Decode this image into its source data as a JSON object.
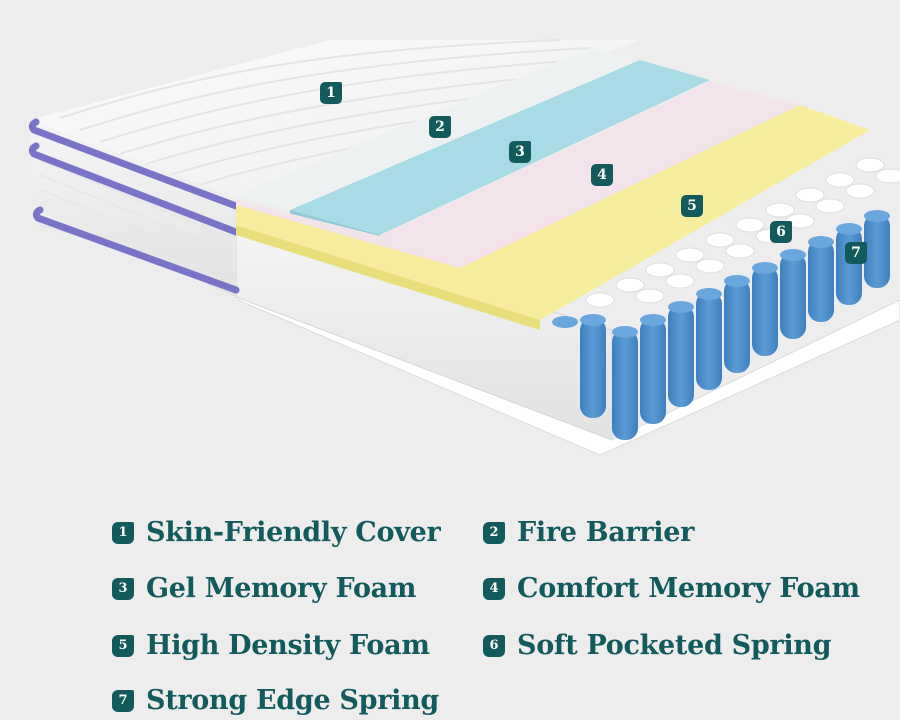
{
  "diagram": {
    "subject": "Hybrid mattress layer cross-section",
    "colors": {
      "accent": "#135a5c",
      "background": "#ededed",
      "cover": "#f7f7f7",
      "piping": "#7a74c9",
      "fire_barrier": "#eef1f2",
      "gel_foam": "#a8dbe6",
      "comfort_foam": "#f3e3ea",
      "density_foam": "#f6ee9c",
      "soft_spring": "#ffffff",
      "edge_spring": "#4f8fcb"
    },
    "callouts": [
      {
        "number": "1"
      },
      {
        "number": "2"
      },
      {
        "number": "3"
      },
      {
        "number": "4"
      },
      {
        "number": "5"
      },
      {
        "number": "6"
      },
      {
        "number": "7"
      }
    ]
  },
  "legend": {
    "items": [
      {
        "number": "1",
        "label": "Skin-Friendly Cover"
      },
      {
        "number": "2",
        "label": "Fire Barrier"
      },
      {
        "number": "3",
        "label": "Gel Memory Foam"
      },
      {
        "number": "4",
        "label": "Comfort Memory Foam"
      },
      {
        "number": "5",
        "label": "High Density Foam"
      },
      {
        "number": "6",
        "label": "Soft Pocketed Spring"
      },
      {
        "number": "7",
        "label": "Strong Edge Spring"
      }
    ]
  }
}
